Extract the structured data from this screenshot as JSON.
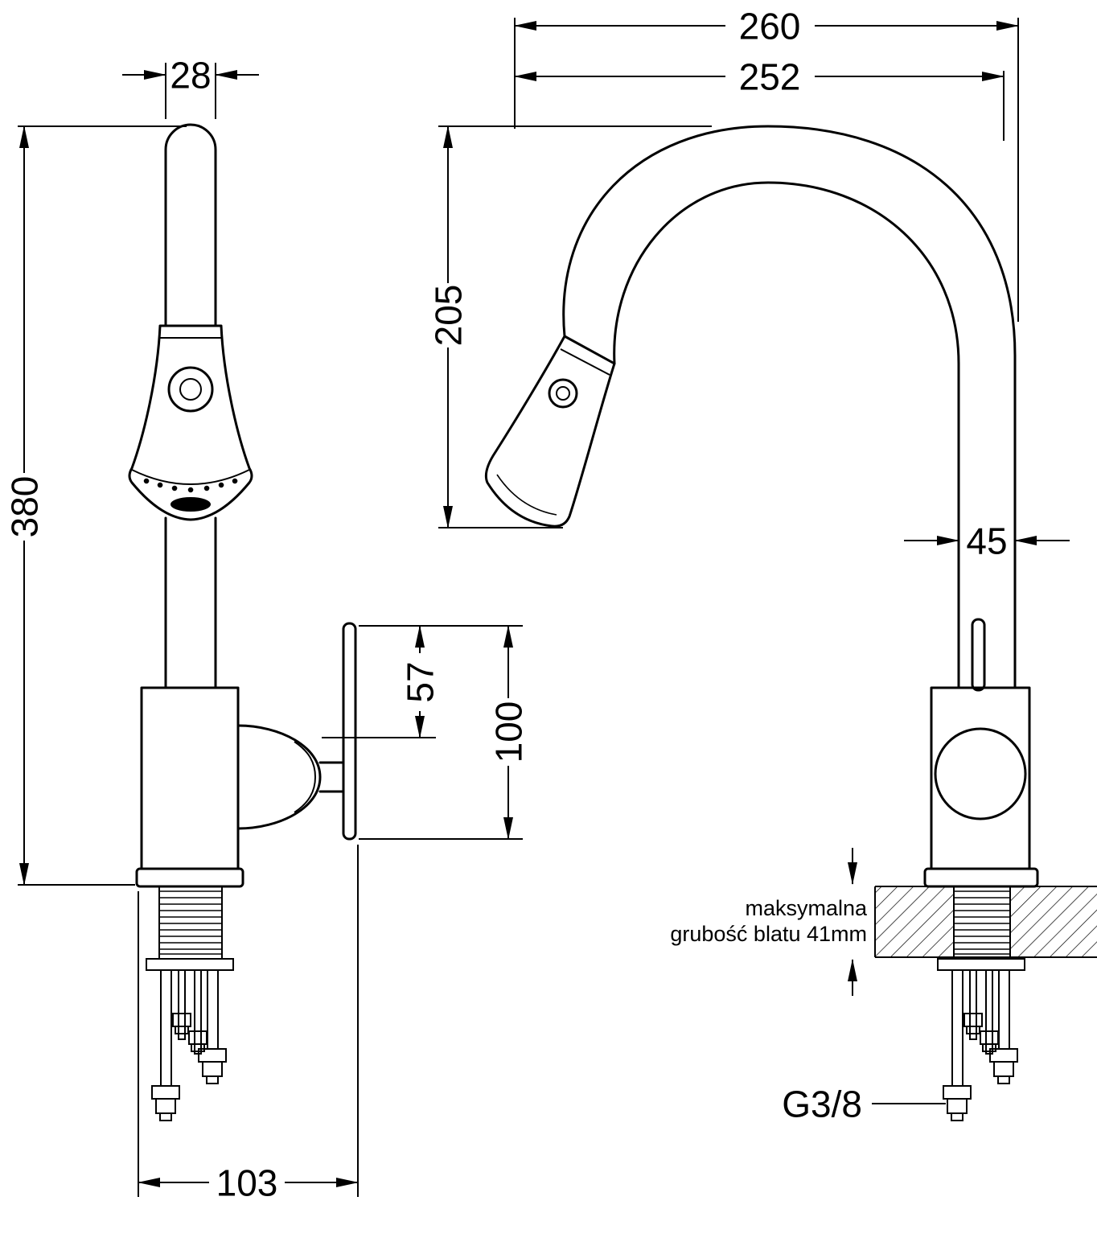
{
  "drawing": {
    "background": "#ffffff",
    "line_color": "#000000",
    "dimensions": {
      "spout_width": "28",
      "overall_depth": "260",
      "spout_reach": "252",
      "spout_height": "205",
      "total_height": "380",
      "pipe_diameter": "45",
      "handle_upper": "57",
      "handle_length": "100",
      "base_depth": "103"
    },
    "labels": {
      "thread": "G3/8",
      "counter_note_line1": "maksymalna",
      "counter_note_line2": "grubość blatu 41mm"
    }
  }
}
